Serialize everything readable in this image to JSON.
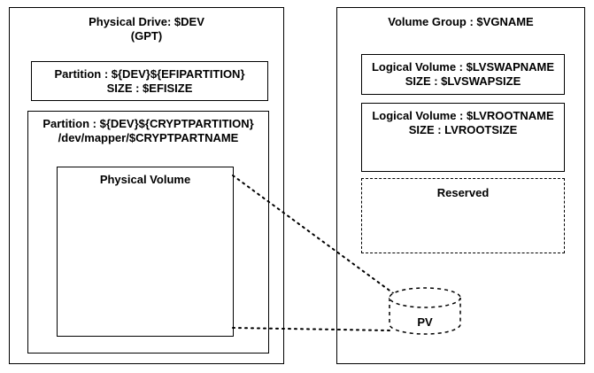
{
  "diagram": {
    "physical_drive": {
      "title_line1": "Physical Drive: $DEV",
      "title_line2": "(GPT)",
      "efi_partition": {
        "line1": "Partition : ${DEV}${EFIPARTITION}",
        "line2": "SIZE : $EFISIZE"
      },
      "crypt_partition": {
        "line1": "Partition : ${DEV}${CRYPTPARTITION}",
        "line2": "/dev/mapper/$CRYPTPARTNAME",
        "physical_volume_label": "Physical Volume"
      }
    },
    "volume_group": {
      "title": "Volume Group : $VGNAME",
      "lv_swap": {
        "line1": "Logical Volume : $LVSWAPNAME",
        "line2": "SIZE : $LVSWAPSIZE"
      },
      "lv_root": {
        "line1": "Logical Volume : $LVROOTNAME",
        "line2": "SIZE : LVROOTSIZE"
      },
      "reserved_label": "Reserved",
      "pv_label": "PV"
    },
    "colors": {
      "stroke": "#000000",
      "background": "#ffffff"
    }
  }
}
